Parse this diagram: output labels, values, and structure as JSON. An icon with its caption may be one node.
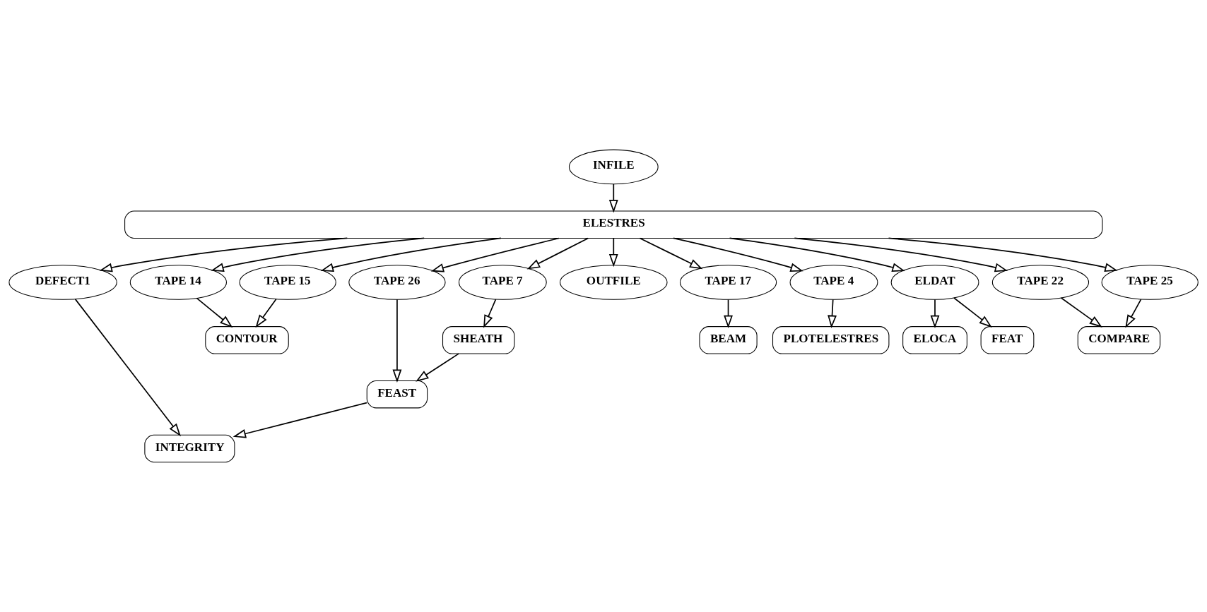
{
  "diagram": {
    "nodes": [
      {
        "text": [
          "INFILE"
        ]
      },
      {
        "text": [
          "ELESTRES"
        ]
      },
      {
        "text": [
          "DEFECT1"
        ]
      },
      {
        "text": [
          "TAPE 14"
        ]
      },
      {
        "text": [
          "TAPE 15"
        ]
      },
      {
        "text": [
          "TAPE 26"
        ]
      },
      {
        "text": [
          "TAPE 7"
        ]
      },
      {
        "text": [
          "OUTFILE"
        ]
      },
      {
        "text": [
          "TAPE 17"
        ]
      },
      {
        "text": [
          "TAPE 4"
        ]
      },
      {
        "text": [
          "ELDAT"
        ]
      },
      {
        "text": [
          "TAPE 22"
        ]
      },
      {
        "text": [
          "TAPE 25"
        ]
      },
      {
        "text": [
          "CONTOUR"
        ]
      },
      {
        "text": [
          "SHEATH"
        ]
      },
      {
        "text": [
          "FEAST"
        ]
      },
      {
        "text": [
          "INTEGRITY"
        ]
      },
      {
        "text": [
          "BEAM"
        ]
      },
      {
        "text": [
          "PLOTELESTRES"
        ]
      },
      {
        "text": [
          "ELOCA"
        ]
      },
      {
        "text": [
          "FEAT"
        ]
      },
      {
        "text": [
          "COMPARE"
        ]
      }
    ],
    "edges": [
      {
        "from": 0,
        "to": 1,
        "arrow": "to"
      },
      {
        "from": 1,
        "to": 2,
        "arrow": "to"
      },
      {
        "from": 1,
        "to": 3,
        "arrow": "to"
      },
      {
        "from": 1,
        "to": 4,
        "arrow": "to"
      },
      {
        "from": 1,
        "to": 5,
        "arrow": "to"
      },
      {
        "from": 1,
        "to": 6,
        "arrow": "to"
      },
      {
        "from": 1,
        "to": 7,
        "arrow": "to"
      },
      {
        "from": 1,
        "to": 8,
        "arrow": "to"
      },
      {
        "from": 1,
        "to": 9,
        "arrow": "to"
      },
      {
        "from": 1,
        "to": 10,
        "arrow": "to"
      },
      {
        "from": 1,
        "to": 11,
        "arrow": "to"
      },
      {
        "from": 1,
        "to": 12,
        "arrow": "to"
      },
      {
        "from": 3,
        "to": 13,
        "arrow": "to"
      },
      {
        "from": 4,
        "to": 13,
        "arrow": "to"
      },
      {
        "from": 6,
        "to": 14,
        "arrow": "to"
      },
      {
        "from": 14,
        "to": 15,
        "arrow": "to"
      },
      {
        "from": 5,
        "to": 15,
        "arrow": "to"
      },
      {
        "from": 2,
        "to": 16,
        "arrow": "to"
      },
      {
        "from": 15,
        "to": 16,
        "arrow": "to"
      },
      {
        "from": 8,
        "to": 17,
        "arrow": "to"
      },
      {
        "from": 9,
        "to": 18,
        "arrow": "to"
      },
      {
        "from": 10,
        "to": 19,
        "arrow": "to"
      },
      {
        "from": 10,
        "to": 20,
        "arrow": "to"
      },
      {
        "from": 11,
        "to": 21,
        "arrow": "to"
      },
      {
        "from": 12,
        "to": 21,
        "arrow": "to"
      }
    ]
  }
}
